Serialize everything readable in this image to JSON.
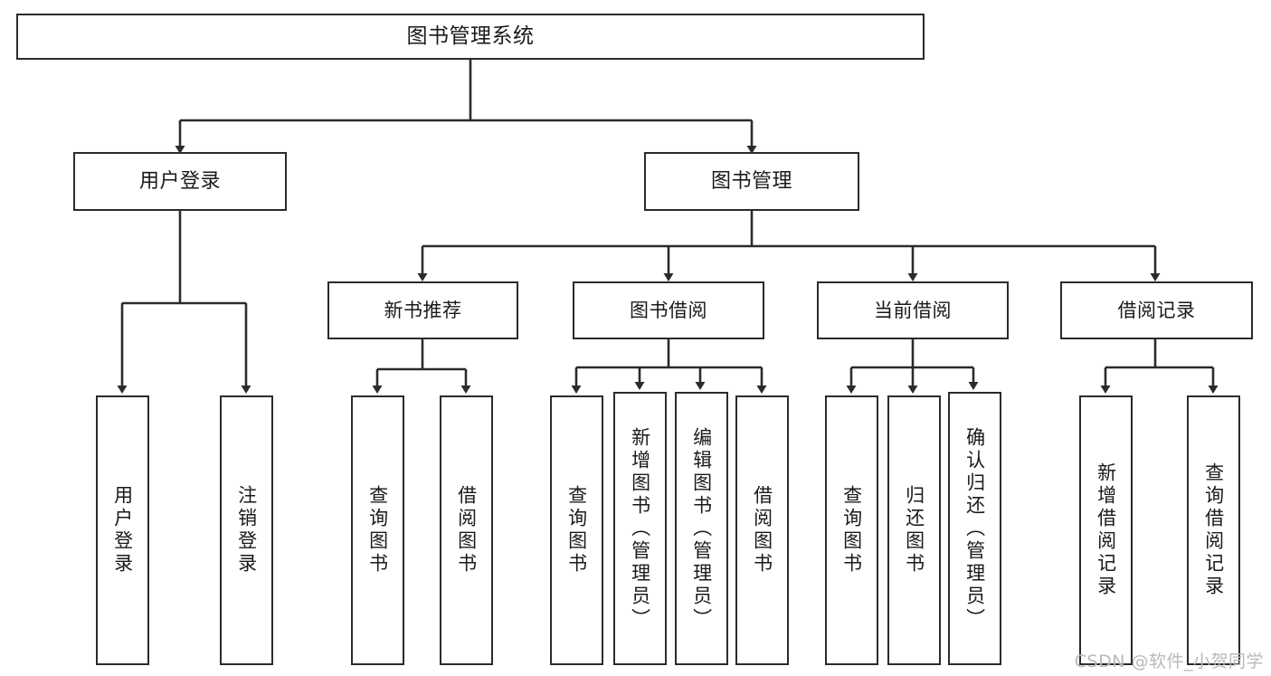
{
  "diagram": {
    "type": "tree-hierarchy",
    "title": "图书管理系统",
    "watermark": "CSDN @软件_小贺同学",
    "colors": {
      "stroke": "#2b2b2b",
      "fill": "#ffffff",
      "text": "#1a1a1a",
      "watermark": "#b9b9b9"
    },
    "nodes": {
      "root": {
        "label": "图书管理系统"
      },
      "level2": [
        {
          "id": "user-login",
          "label": "用户登录"
        },
        {
          "id": "book-manage",
          "label": "图书管理"
        }
      ],
      "level3": [
        {
          "id": "new-book-recommend",
          "label": "新书推荐"
        },
        {
          "id": "book-borrow",
          "label": "图书借阅"
        },
        {
          "id": "current-borrow",
          "label": "当前借阅"
        },
        {
          "id": "borrow-record",
          "label": "借阅记录"
        }
      ],
      "leaves": {
        "user-login": [
          {
            "id": "leaf-user-login",
            "label": "用户登录"
          },
          {
            "id": "leaf-user-logout",
            "label": "注销登录"
          }
        ],
        "new-book-recommend": [
          {
            "id": "leaf-query-book-1",
            "label": "查询图书"
          },
          {
            "id": "leaf-borrow-book-1",
            "label": "借阅图书"
          }
        ],
        "book-borrow": [
          {
            "id": "leaf-query-book-2",
            "label": "查询图书"
          },
          {
            "id": "leaf-add-book",
            "label": "新增图书（管理员）"
          },
          {
            "id": "leaf-edit-book",
            "label": "编辑图书（管理员）"
          },
          {
            "id": "leaf-borrow-book-2",
            "label": "借阅图书"
          }
        ],
        "current-borrow": [
          {
            "id": "leaf-query-book-3",
            "label": "查询图书"
          },
          {
            "id": "leaf-return-book",
            "label": "归还图书"
          },
          {
            "id": "leaf-confirm-return",
            "label": "确认归还（管理员）"
          }
        ],
        "borrow-record": [
          {
            "id": "leaf-add-record",
            "label": "新增借阅记录"
          },
          {
            "id": "leaf-query-record",
            "label": "查询借阅记录"
          }
        ]
      }
    }
  }
}
